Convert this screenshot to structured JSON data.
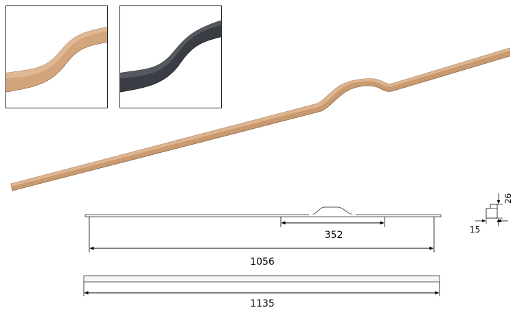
{
  "colors": {
    "bronze_finish": "#c99a6f",
    "black_finish": "#3b3f45",
    "outline": "#555555"
  },
  "finishes": [
    {
      "name": "bronze",
      "color": "#c99a6f"
    },
    {
      "name": "black",
      "color": "#3b3f45"
    }
  ],
  "dimensions": {
    "overall_length": "1135",
    "hole_spacing": "1056",
    "grip_width": "352",
    "profile_width": "15",
    "profile_height": "26"
  }
}
